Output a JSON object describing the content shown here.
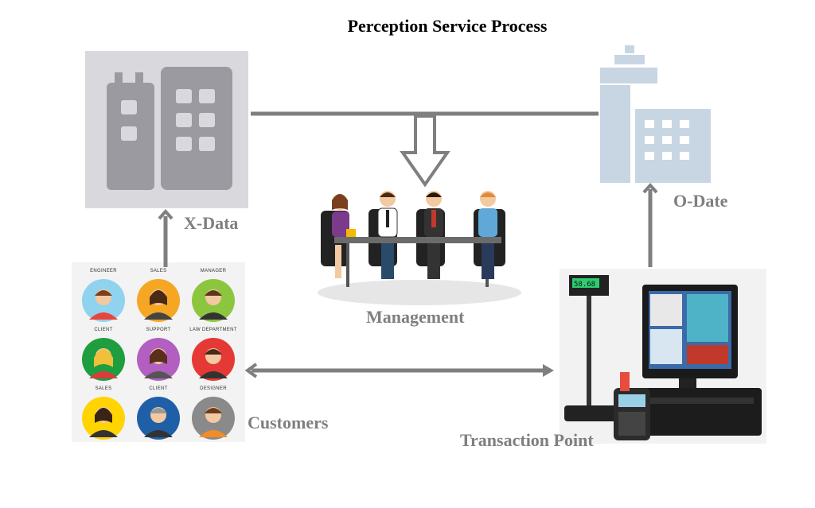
{
  "title": "Perception Service Process",
  "labels": {
    "xdata": "X-Data",
    "odate": "O-Date",
    "management": "Management",
    "customers": "Customers",
    "transaction_point": "Transaction Point"
  },
  "customers_grid": [
    {
      "role": "ENGINEER",
      "ring": "#8fd3ee",
      "hair": "#7a3f1d",
      "shirt": "#e8453c"
    },
    {
      "role": "SALES",
      "ring": "#f5a623",
      "hair": "#4a2a14",
      "shirt": "#444444"
    },
    {
      "role": "MANAGER",
      "ring": "#8cc63f",
      "hair": "#5a3a1a",
      "shirt": "#333333"
    },
    {
      "role": "CLIENT",
      "ring": "#1e9e3f",
      "hair": "#f0c03a",
      "shirt": "#d93c3c"
    },
    {
      "role": "SUPPORT",
      "ring": "#b25fc1",
      "hair": "#5a2f1a",
      "shirt": "#555555"
    },
    {
      "role": "LAW DEPARTMENT",
      "ring": "#e53935",
      "hair": "#4a2a14",
      "shirt": "#333333"
    },
    {
      "role": "SALES",
      "ring": "#ffd400",
      "hair": "#3a2414",
      "shirt": "#333333"
    },
    {
      "role": "CLIENT",
      "ring": "#1f5fa8",
      "hair": "#9a9a9a",
      "shirt": "#333333"
    },
    {
      "role": "DESIGNER",
      "ring": "#8a8a8a",
      "hair": "#6b3b1b",
      "shirt": "#f28c28"
    }
  ],
  "pos_display": "58.68",
  "colors": {
    "connector": "#7f7f7f",
    "building_dark": "#9a9aa0",
    "building_light": "#c8d6e3",
    "label": "#7f7f7f"
  }
}
